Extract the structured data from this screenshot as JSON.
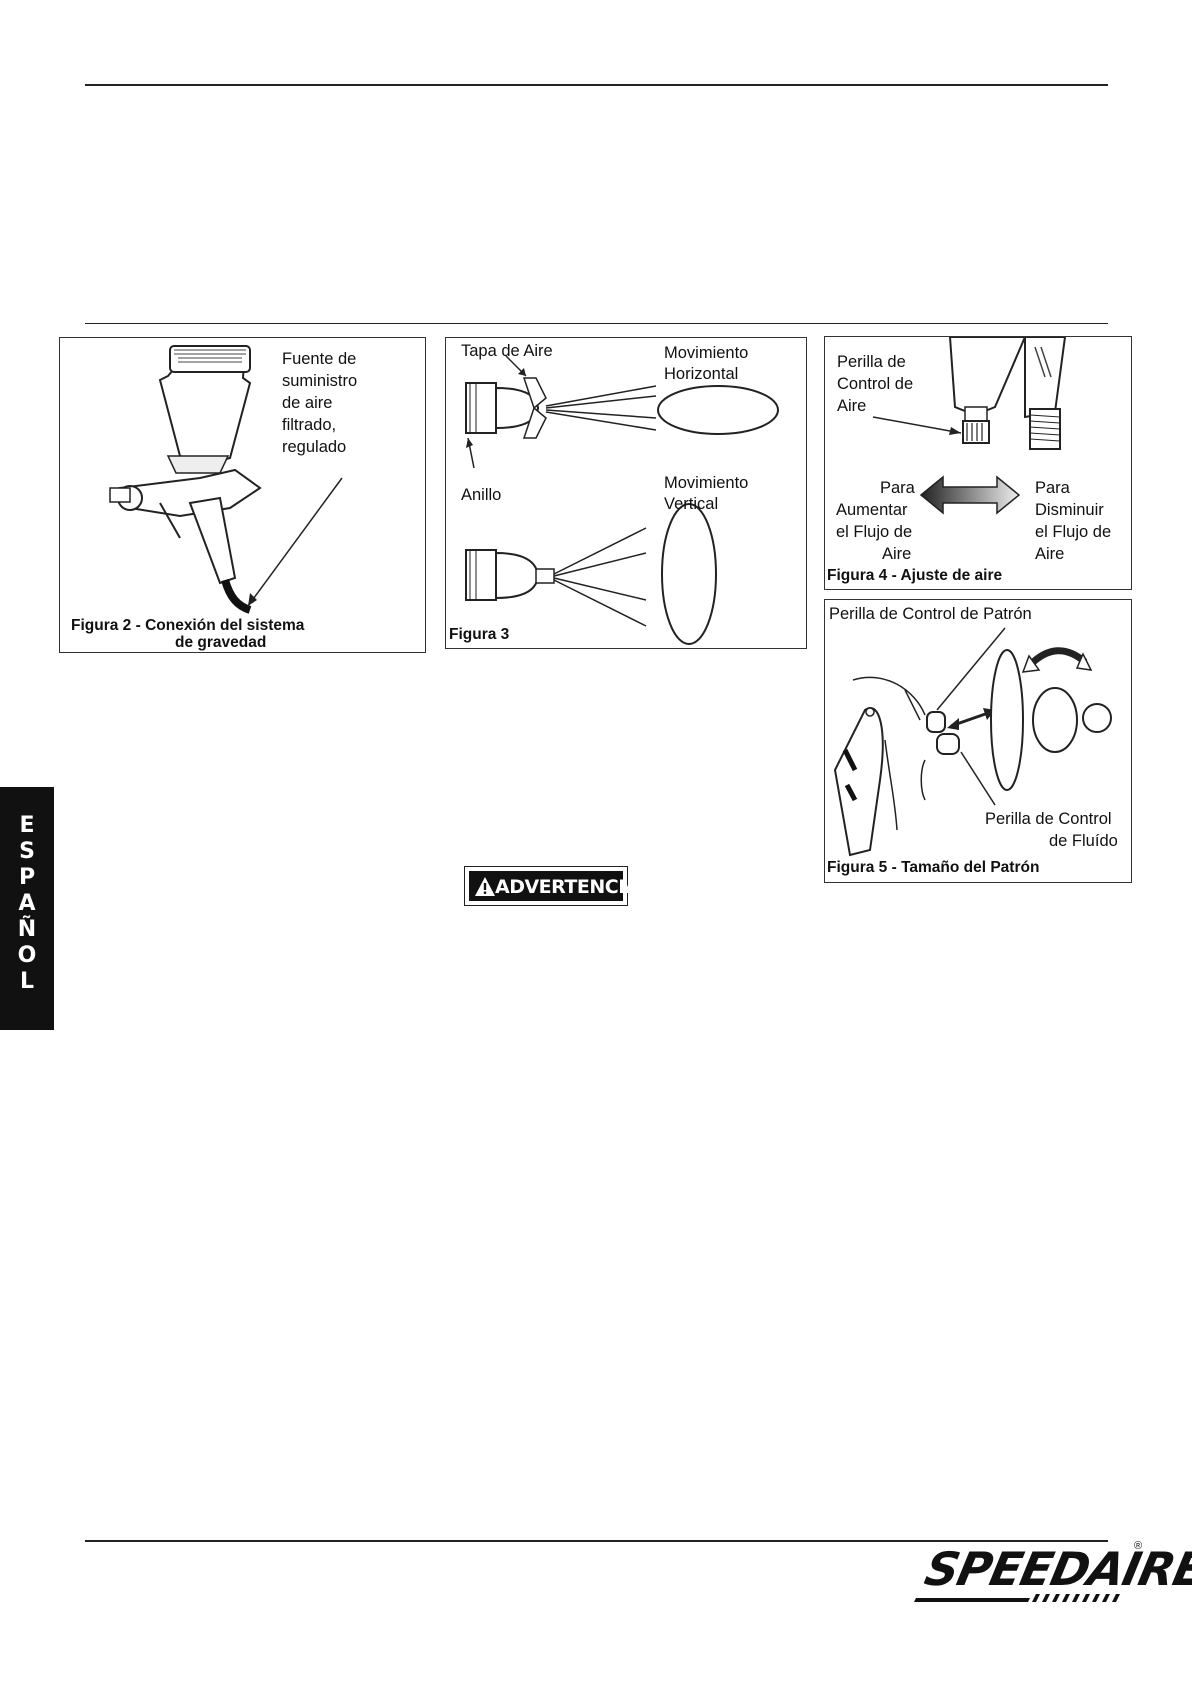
{
  "figures": {
    "fig2": {
      "supply_label": [
        "Fuente de",
        "suministro",
        "de aire",
        "filtrado,",
        "regulado"
      ],
      "caption": [
        "Figura 2 - Conexión del sistema",
        "de gravedad"
      ]
    },
    "fig3": {
      "air_cap": "Tapa de Aire",
      "horizontal": [
        "Movimiento",
        "Horizontal"
      ],
      "ring": "Anillo",
      "vertical": [
        "Movimiento",
        "Vertical"
      ],
      "caption": "Figura 3"
    },
    "fig4": {
      "knob": [
        "Perilla de",
        "Control de",
        "Aire"
      ],
      "increase": [
        "Para",
        "Aumentar",
        "el Flujo de",
        "Aire"
      ],
      "decrease": [
        "Para",
        "Disminuir",
        "el Flujo de",
        "Aire"
      ],
      "caption": "Figura 4 - Ajuste de aire"
    },
    "fig5": {
      "pattern_knob": "Perilla de Control de Patrón",
      "fluid_knob": [
        "Perilla de Control",
        "de Fluído"
      ],
      "caption": "Figura 5 - Tamaño del Patrón"
    }
  },
  "warning": "ADVERTENCIA",
  "side_tab": [
    "E",
    "S",
    "P",
    "A",
    "Ñ",
    "O",
    "L"
  ],
  "logo": {
    "brand": "SPEEDAIRE",
    "mark": "®"
  }
}
